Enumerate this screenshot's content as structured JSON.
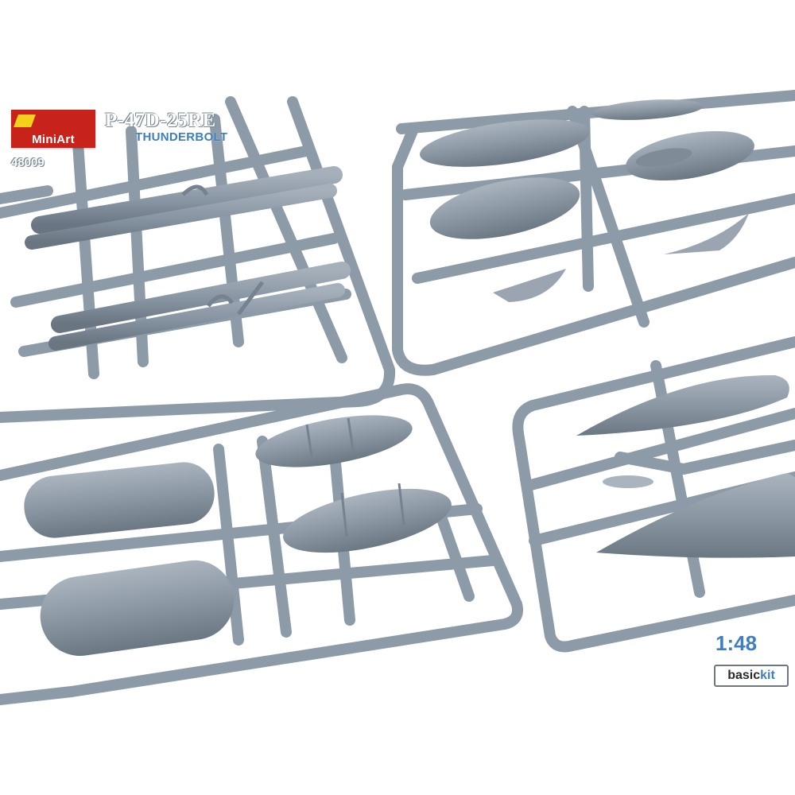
{
  "brand": {
    "logo_text": "MiniArt",
    "kit_number": "48009",
    "kit_title": "P-47D-25RE",
    "kit_subtitle": "THUNDERBOLT"
  },
  "scale": "1:48",
  "badge": {
    "part1": "basic",
    "part2": "kit"
  },
  "colors": {
    "sprue": "#8d9aa7",
    "sprue_shadow": "#6d7885",
    "logo_red": "#c8231b",
    "logo_yellow": "#f2d21b",
    "accent_blue": "#3f7fbf"
  }
}
